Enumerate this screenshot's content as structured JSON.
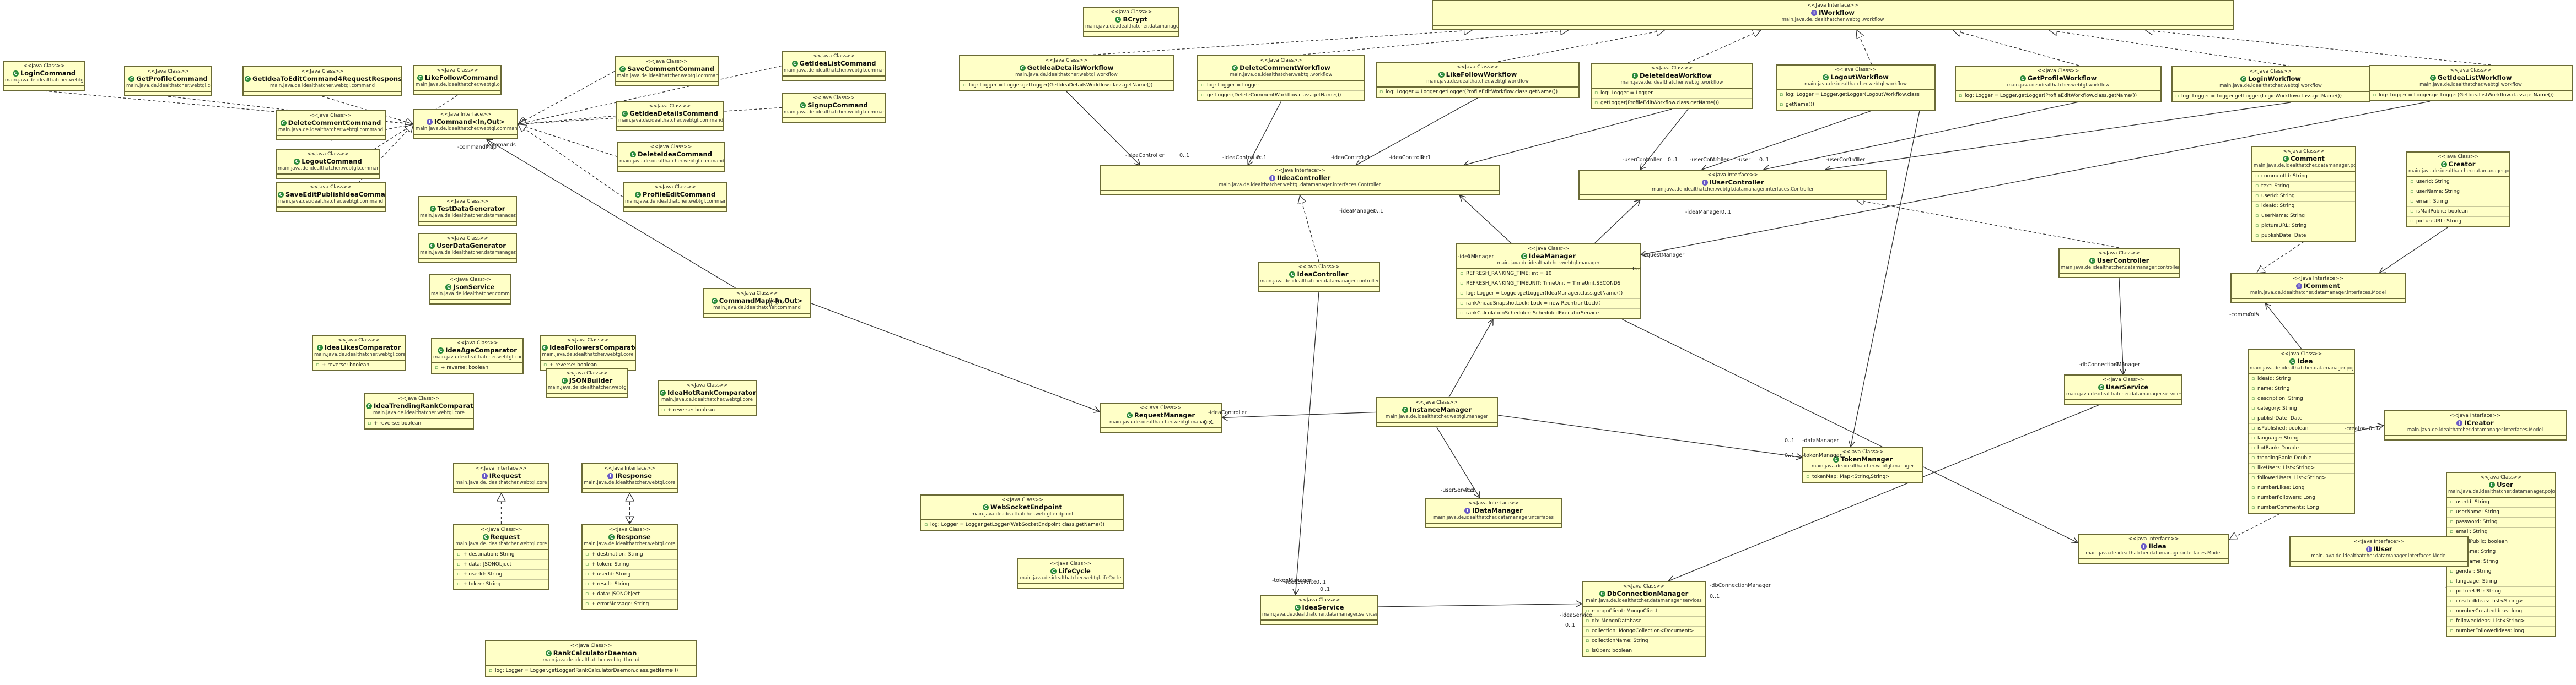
{
  "diagram_title": "",
  "classes": [
    {
      "id": "LoginCommand",
      "stereotype": "<<Java Class>>",
      "name": "LoginCommand",
      "package": "main.java.de.idealthatcher.webtgl.command",
      "kind": "class",
      "attrs": []
    },
    {
      "id": "GetProfileCommand",
      "stereotype": "<<Java Class>>",
      "name": "GetProfileCommand",
      "package": "main.java.de.idealthatcher.webtgl.command",
      "kind": "class",
      "attrs": []
    },
    {
      "id": "GetIdeaToEditCommand",
      "stereotype": "<<Java Class>>",
      "name": "GetIdeaToEditCommand4RequestResponse>",
      "package": "main.java.de.idealthatcher.webtgl.command",
      "kind": "class",
      "attrs": []
    },
    {
      "id": "LikeFollowCommand",
      "stereotype": "<<Java Class>>",
      "name": "LikeFollowCommand",
      "package": "main.java.de.idealthatcher.webtgl.command",
      "kind": "class",
      "attrs": []
    },
    {
      "id": "SaveCommentCommand",
      "stereotype": "<<Java Class>>",
      "name": "SaveCommentCommand",
      "package": "main.java.de.idealthatcher.webtgl.command",
      "kind": "class",
      "attrs": []
    },
    {
      "id": "GetIdeaListCommand",
      "stereotype": "<<Java Class>>",
      "name": "GetIdeaListCommand",
      "package": "main.java.de.idealthatcher.webtgl.command",
      "kind": "class",
      "attrs": []
    },
    {
      "id": "SignupCommand",
      "stereotype": "<<Java Class>>",
      "name": "SignupCommand",
      "package": "main.java.de.idealthatcher.webtgl.command",
      "kind": "class",
      "attrs": []
    },
    {
      "id": "DeleteCommentCommand",
      "stereotype": "<<Java Class>>",
      "name": "DeleteCommentCommand",
      "package": "main.java.de.idealthatcher.webtgl.command",
      "kind": "class",
      "attrs": []
    },
    {
      "id": "ICommand",
      "stereotype": "<<Java Interface>>",
      "name": "ICommand<In,Out>",
      "package": "main.java.de.idealthatcher.webtgl.command",
      "kind": "interface",
      "attrs": []
    },
    {
      "id": "GetIdeaDetailsCommand",
      "stereotype": "<<Java Class>>",
      "name": "GetIdeaDetailsCommand",
      "package": "main.java.de.idealthatcher.webtgl.command",
      "kind": "class",
      "attrs": []
    },
    {
      "id": "LogoutCommand",
      "stereotype": "<<Java Class>>",
      "name": "LogoutCommand",
      "package": "main.java.de.idealthatcher.webtgl.command",
      "kind": "class",
      "attrs": []
    },
    {
      "id": "DeleteIdeaCommand",
      "stereotype": "<<Java Class>>",
      "name": "DeleteIdeaCommand",
      "package": "main.java.de.idealthatcher.webtgl.command",
      "kind": "class",
      "attrs": []
    },
    {
      "id": "SaveEditPublishIdeaCommand",
      "stereotype": "<<Java Class>>",
      "name": "SaveEditPublishIdeaCommand",
      "package": "main.java.de.idealthatcher.webtgl.command",
      "kind": "class",
      "attrs": []
    },
    {
      "id": "ProfileEditCommand",
      "stereotype": "<<Java Class>>",
      "name": "ProfileEditCommand",
      "package": "main.java.de.idealthatcher.webtgl.command",
      "kind": "class",
      "attrs": []
    },
    {
      "id": "TestDataGenerator",
      "stereotype": "<<Java Class>>",
      "name": "TestDataGenerator",
      "package": "main.java.de.idealthatcher.datamanager.core",
      "kind": "class",
      "attrs": []
    },
    {
      "id": "UserDataGenerator",
      "stereotype": "<<Java Class>>",
      "name": "UserDataGenerator",
      "package": "main.java.de.idealthatcher.datamanager.services",
      "kind": "class",
      "attrs": []
    },
    {
      "id": "JsonService",
      "stereotype": "<<Java Class>>",
      "name": "JsonService",
      "package": "main.java.de.idealthatcher.command",
      "kind": "class",
      "attrs": []
    },
    {
      "id": "CommandMap",
      "stereotype": "<<Java Class>>",
      "name": "CommandMap<In,Out>",
      "package": "main.java.de.idealthatcher.command",
      "kind": "class",
      "attrs": []
    },
    {
      "id": "IdeaLikesComparator",
      "stereotype": "<<Java Class>>",
      "name": "IdeaLikesComparator",
      "package": "main.java.de.idealthatcher.webtgl.core",
      "kind": "class",
      "attrs": [
        "+ reverse: boolean"
      ]
    },
    {
      "id": "IdeaAgeComparator",
      "stereotype": "<<Java Class>>",
      "name": "IdeaAgeComparator",
      "package": "main.java.de.idealthatcher.webtgl.core",
      "kind": "class",
      "attrs": [
        "+ reverse: boolean"
      ]
    },
    {
      "id": "IdeaFollowersComparator",
      "stereotype": "<<Java Class>>",
      "name": "IdeaFollowersComparator",
      "package": "main.java.de.idealthatcher.webtgl.core",
      "kind": "class",
      "attrs": [
        "+ reverse: boolean"
      ]
    },
    {
      "id": "JSONBuilder",
      "stereotype": "<<Java Class>>",
      "name": "JSONBuilder",
      "package": "main.java.de.idealthatcher.webtgl.core",
      "kind": "class",
      "attrs": []
    },
    {
      "id": "IdeaTrendingRankComparator",
      "stereotype": "<<Java Class>>",
      "name": "IdeaTrendingRankComparator",
      "package": "main.java.de.idealthatcher.webtgl.core",
      "kind": "class",
      "attrs": [
        "+ reverse: boolean"
      ]
    },
    {
      "id": "IdeaHotRankComparator",
      "stereotype": "<<Java Class>>",
      "name": "IdeaHotRankComparator",
      "package": "main.java.de.idealthatcher.webtgl.core",
      "kind": "class",
      "attrs": [
        "+ reverse: boolean"
      ]
    },
    {
      "id": "IRequest",
      "stereotype": "<<Java Interface>>",
      "name": "IRequest",
      "package": "main.java.de.idealthatcher.webtgl.core",
      "kind": "interface",
      "attrs": []
    },
    {
      "id": "IResponse",
      "stereotype": "<<Java Interface>>",
      "name": "IResponse",
      "package": "main.java.de.idealthatcher.webtgl.core",
      "kind": "interface",
      "attrs": []
    },
    {
      "id": "Request",
      "stereotype": "<<Java Class>>",
      "name": "Request",
      "package": "main.java.de.idealthatcher.webtgl.core",
      "kind": "class",
      "attrs": [
        "+ destination: String",
        "+ data: JSONObject",
        "+ userId: String",
        "+ token: String"
      ]
    },
    {
      "id": "Response",
      "stereotype": "<<Java Class>>",
      "name": "Response",
      "package": "main.java.de.idealthatcher.webtgl.core",
      "kind": "class",
      "attrs": [
        "+ destination: String",
        "+ token: String",
        "+ userId: String",
        "+ result: String",
        "+ data: JSONObject",
        "+ errorMessage: String"
      ]
    },
    {
      "id": "RankCalculatorDaemon",
      "stereotype": "<<Java Class>>",
      "name": "RankCalculatorDaemon",
      "package": "main.java.de.idealthatcher.webtgl.thread",
      "kind": "class",
      "attrs": [
        "log: Logger = Logger.getLogger(RankCalculatorDaemon.class.getName())"
      ]
    },
    {
      "id": "BCrypt",
      "stereotype": "<<Java Class>>",
      "name": "BCrypt",
      "package": "main.java.de.idealthatcher.datamanager",
      "kind": "class",
      "attrs": []
    },
    {
      "id": "GetIdeaDetailsWorkflow",
      "stereotype": "<<Java Class>>",
      "name": "GetIdeaDetailsWorkflow",
      "package": "main.java.de.idealthatcher.webtgl.workflow",
      "kind": "class",
      "attrs": [
        "log: Logger = Logger.getLogger(GetIdeaDetailsWorkflow.class.getName())"
      ]
    },
    {
      "id": "DeleteCommentWorkflow",
      "stereotype": "<<Java Class>>",
      "name": "DeleteCommentWorkflow",
      "package": "main.java.de.idealthatcher.webtgl.workflow",
      "kind": "class",
      "attrs": [
        "log: Logger = Logger",
        "getLogger(DeleteCommentWorkflow.class.getName())"
      ]
    },
    {
      "id": "LikeFollowWorkflow",
      "stereotype": "<<Java Class>>",
      "name": "LikeFollowWorkflow",
      "package": "main.java.de.idealthatcher.webtgl.workflow",
      "kind": "class",
      "attrs": [
        "log: Logger = Logger.getLogger(ProfileEditWorkflow.class.getName())"
      ]
    },
    {
      "id": "DeleteIdeaWorkflow",
      "stereotype": "<<Java Class>>",
      "name": "DeleteIdeaWorkflow",
      "package": "main.java.de.idealthatcher.webtgl.workflow",
      "kind": "class",
      "attrs": [
        "log: Logger = Logger",
        "getLogger(ProfileEditWorkflow.class.getName())"
      ]
    },
    {
      "id": "LogoutWorkflow",
      "stereotype": "<<Java Class>>",
      "name": "LogoutWorkflow",
      "package": "main.java.de.idealthatcher.webtgl.workflow",
      "kind": "class",
      "attrs": [
        "log: Logger = Logger.getLogger(LogoutWorkflow.class",
        "getName())"
      ]
    },
    {
      "id": "GetProfileWorkflow",
      "stereotype": "<<Java Class>>",
      "name": "GetProfileWorkflow",
      "package": "main.java.de.idealthatcher.webtgl.workflow",
      "kind": "class",
      "attrs": [
        "log: Logger = Logger.getLogger(ProfileEditWorkflow.class.getName())"
      ]
    },
    {
      "id": "LoginWorkflow",
      "stereotype": "<<Java Class>>",
      "name": "LoginWorkflow",
      "package": "main.java.de.idealthatcher.webtgl.workflow",
      "kind": "class",
      "attrs": [
        "log: Logger = Logger.getLogger(LoginWorkflow.class.getName())"
      ]
    },
    {
      "id": "GetIdeaListWorkflow",
      "stereotype": "<<Java Class>>",
      "name": "GetIdeaListWorkflow",
      "package": "main.java.de.idealthatcher.webtgl.workflow",
      "kind": "class",
      "attrs": [
        "log: Logger = Logger.getLogger(GetIdeaListWorkflow.class.getName())"
      ]
    },
    {
      "id": "IWorkflow",
      "stereotype": "<<Java Interface>>",
      "name": "IWorkflow",
      "package": "main.java.de.idealthatcher.webtgl.workflow",
      "kind": "interface",
      "attrs": []
    },
    {
      "id": "IIdeaController",
      "stereotype": "<<Java Interface>>",
      "name": "IIdeaController",
      "package": "main.java.de.idealthatcher.webtgl.datamanager.interfaces.Controller",
      "kind": "interface",
      "attrs": []
    },
    {
      "id": "IUserController",
      "stereotype": "<<Java Interface>>",
      "name": "IUserController",
      "package": "main.java.de.idealthatcher.webtgl.datamanager.interfaces.Controller",
      "kind": "interface",
      "attrs": []
    },
    {
      "id": "IdeaController",
      "stereotype": "<<Java Class>>",
      "name": "IdeaController",
      "package": "main.java.de.idealthatcher.datamanager.controller",
      "kind": "class",
      "attrs": []
    },
    {
      "id": "IdeaManager",
      "stereotype": "<<Java Class>>",
      "name": "IdeaManager",
      "package": "main.java.de.idealthatcher.webtgl.manager",
      "kind": "class",
      "attrs": [
        "REFRESH_RANKING_TIME: int = 10",
        "REFRESH_RANKING_TIMEUNIT: TimeUnit = TimeUnit.SECONDS",
        "log: Logger = Logger.getLogger(IdeaManager.class.getName())",
        "rankAheadSnapshotLock: Lock = new ReentrantLock()",
        "rankCalculationScheduler: ScheduledExecutorService"
      ]
    },
    {
      "id": "UserController",
      "stereotype": "<<Java Class>>",
      "name": "UserController",
      "package": "main.java.de.idealthatcher.datamanager.controller",
      "kind": "class",
      "attrs": []
    },
    {
      "id": "UserService",
      "stereotype": "<<Java Class>>",
      "name": "UserService",
      "package": "main.java.de.idealthatcher.datamanager.services",
      "kind": "class",
      "attrs": []
    },
    {
      "id": "RequestManager",
      "stereotype": "<<Java Class>>",
      "name": "RequestManager",
      "package": "main.java.de.idealthatcher.webtgl.manager",
      "kind": "class",
      "attrs": []
    },
    {
      "id": "InstanceManager",
      "stereotype": "<<Java Class>>",
      "name": "InstanceManager",
      "package": "main.java.de.idealthatcher.webtgl.manager",
      "kind": "class",
      "attrs": []
    },
    {
      "id": "TokenManager",
      "stereotype": "<<Java Class>>",
      "name": "TokenManager",
      "package": "main.java.de.idealthatcher.webtgl.manager",
      "kind": "class",
      "attrs": [
        "tokenMap: Map<String,String>"
      ]
    },
    {
      "id": "IDataManager",
      "stereotype": "<<Java Interface>>",
      "name": "IDataManager",
      "package": "main.java.de.idealthatcher.datamanager.interfaces",
      "kind": "interface",
      "attrs": []
    },
    {
      "id": "WebSocketEndpoint",
      "stereotype": "<<Java Class>>",
      "name": "WebSocketEndpoint",
      "package": "main.java.de.idealthatcher.webtgl.endpoint",
      "kind": "class",
      "attrs": [
        "log: Logger = Logger.getLogger(WebSocketEndpoint.class.getName())"
      ]
    },
    {
      "id": "LifeCycle",
      "stereotype": "<<Java Class>>",
      "name": "LifeCycle",
      "package": "main.java.de.idealthatcher.webtgl.lifeCycle",
      "kind": "class",
      "attrs": []
    },
    {
      "id": "IdeaService",
      "stereotype": "<<Java Class>>",
      "name": "IdeaService",
      "package": "main.java.de.idealthatcher.datamanager.services",
      "kind": "class",
      "attrs": []
    },
    {
      "id": "DbConnectionManager",
      "stereotype": "<<Java Class>>",
      "name": "DbConnectionManager",
      "package": "main.java.de.idealthatcher.datamanager.services",
      "kind": "class",
      "attrs": [
        "mongoClient: MongoClient",
        "db: MongoDatabase",
        "collection: MongoCollection<Document>",
        "collectionName: String",
        "isOpen: boolean"
      ]
    },
    {
      "id": "Comment",
      "stereotype": "<<Java Class>>",
      "name": "Comment",
      "package": "main.java.de.idealthatcher.datamanager.pojos",
      "kind": "class",
      "attrs": [
        "commentId: String",
        "text: String",
        "userId: String",
        "ideaId: String",
        "userName: String",
        "pictureURL: String",
        "publishDate: Date"
      ]
    },
    {
      "id": "Creator",
      "stereotype": "<<Java Class>>",
      "name": "Creator",
      "package": "main.java.de.idealthatcher.datamanager.pojos",
      "kind": "class",
      "attrs": [
        "userId: String",
        "userName: String",
        "email: String",
        "isMailPublic: boolean",
        "pictureURL: String"
      ]
    },
    {
      "id": "IComment",
      "stereotype": "<<Java Interface>>",
      "name": "IComment",
      "package": "main.java.de.idealthatcher.datamanager.interfaces.Model",
      "kind": "interface",
      "attrs": []
    },
    {
      "id": "Idea",
      "stereotype": "<<Java Class>>",
      "name": "Idea",
      "package": "main.java.de.idealthatcher.datamanager.pojos",
      "kind": "class",
      "attrs": [
        "ideaId: String",
        "name: String",
        "description: String",
        "category: String",
        "publishDate: Date",
        "isPublished: boolean",
        "language: String",
        "hotRank: Double",
        "trendingRank: Double",
        "likeUsers: List<String>",
        "followerUsers: List<String>",
        "numberLikes: Long",
        "numberFollowers: Long",
        "numberComments: Long"
      ]
    },
    {
      "id": "ICreator",
      "stereotype": "<<Java Interface>>",
      "name": "ICreator",
      "package": "main.java.de.idealthatcher.datamanager.interfaces.Model",
      "kind": "interface",
      "attrs": []
    },
    {
      "id": "IIdea",
      "stereotype": "<<Java Interface>>",
      "name": "IIdea",
      "package": "main.java.de.idealthatcher.datamanager.interfaces.Model",
      "kind": "interface",
      "attrs": []
    },
    {
      "id": "User",
      "stereotype": "<<Java Class>>",
      "name": "User",
      "package": "main.java.de.idealthatcher.datamanager.pojos",
      "kind": "class",
      "attrs": [
        "userId: String",
        "userName: String",
        "password: String",
        "email: String",
        "isMailPublic: boolean",
        "surname: String",
        "firstName: String",
        "gender: String",
        "language: String",
        "pictureURL: String",
        "createdIdeas: List<String>",
        "numberCreatedIdeas: long",
        "followedIdeas: List<String>",
        "numberFollowedIdeas: long"
      ]
    },
    {
      "id": "IUser",
      "stereotype": "<<Java Interface>>",
      "name": "IUser",
      "package": "main.java.de.idealthatcher.datamanager.interfaces.Model",
      "kind": "interface",
      "attrs": []
    }
  ],
  "edge_labels": [
    "-commandMap",
    "0..1",
    "-commands",
    "0..*",
    "-ideaController",
    "0..1",
    "-ideaController",
    "0..1",
    "-ideaController",
    "0..1",
    "-ideaController",
    "0..1",
    "-userController",
    "0..1",
    "-userController",
    "0..1",
    "-user",
    "0..1",
    "-userController",
    "0..1",
    "-ideaManager",
    "0..1",
    "-ideaManager",
    "0..1",
    "-requestManager",
    "0..1",
    "-ideaController",
    "0..1",
    "-ideaService",
    "0..1",
    "-tokenManager",
    "0..1",
    "-tokenManager",
    "0..1",
    "-dataManager",
    "0..1",
    "-userService",
    "0..1",
    "-dbConnectionManager",
    "0..1",
    "-dbConnectionManager",
    "0..1",
    "-ideaService",
    "0..1",
    "-creator",
    "0..1",
    "-comments",
    "0..*",
    "-ideaManager",
    "0..1"
  ]
}
